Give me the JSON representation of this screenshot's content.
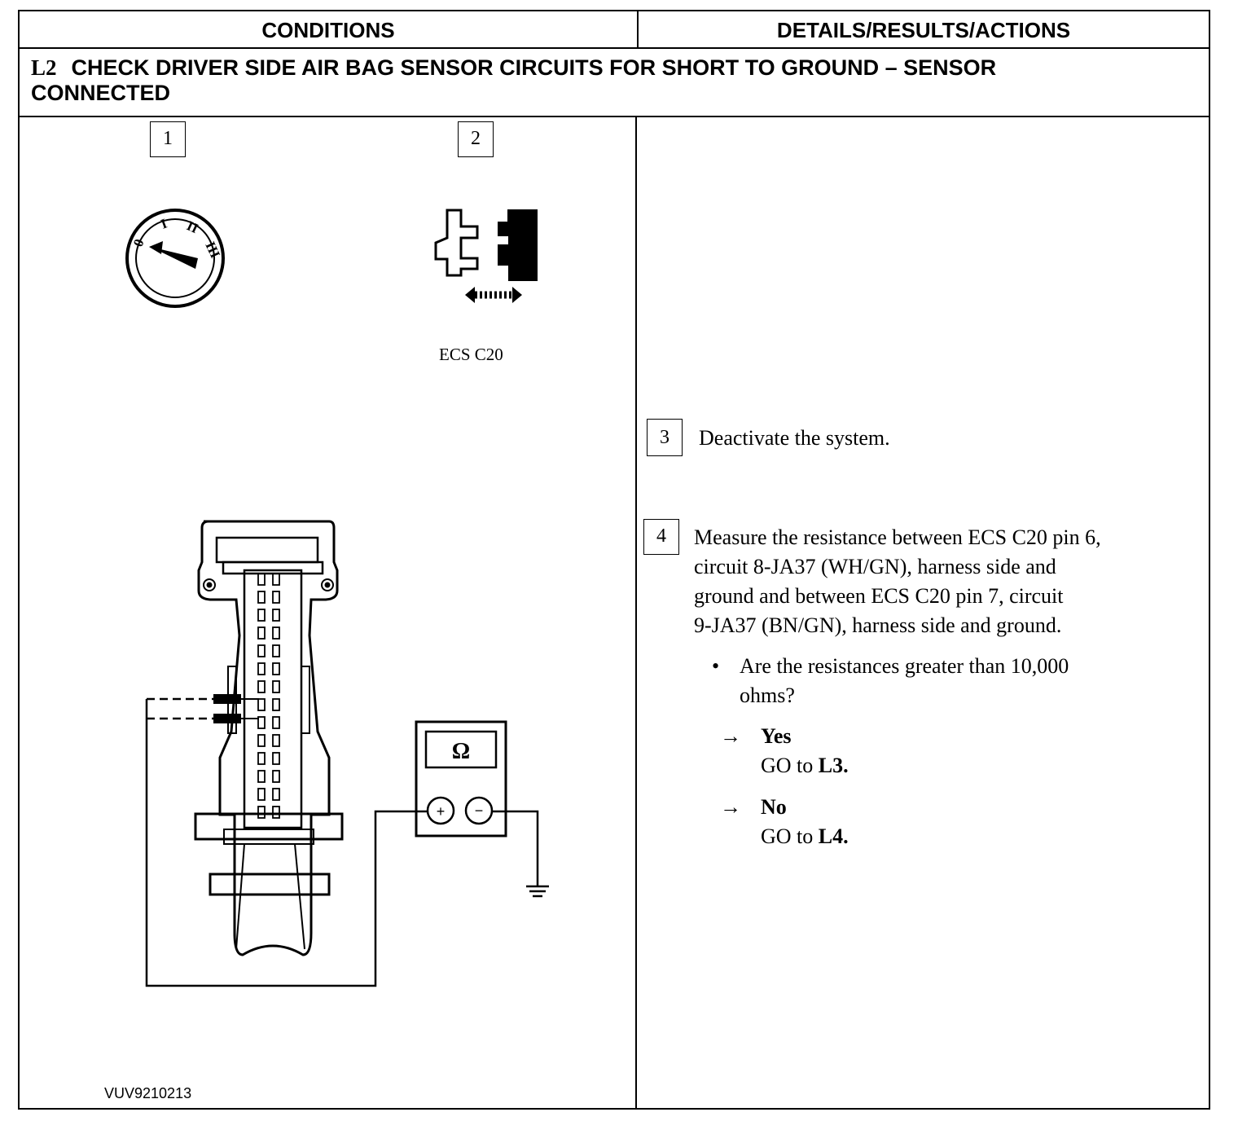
{
  "header": {
    "left_label": "CONDITIONS",
    "right_label": "DETAILS/RESULTS/ACTIONS"
  },
  "test": {
    "number": "L2",
    "title_line1": "CHECK DRIVER SIDE AIR BAG SENSOR CIRCUITS FOR SHORT TO GROUND – SENSOR",
    "title_line2": "CONNECTED"
  },
  "steps": {
    "s1": "1",
    "s2": "2",
    "s3": "3",
    "s4": "4"
  },
  "figures": {
    "connector_caption": "ECS C20",
    "ohm_symbol": "Ω",
    "plus": "+",
    "minus": "−",
    "ignition_labels": [
      "0",
      "I",
      "II",
      "III"
    ],
    "figure_id": "VUV9210213",
    "icons": [
      "ignition-switch-icon",
      "connector-disconnect-icon",
      "ohmmeter-icon",
      "ground-symbol-icon"
    ]
  },
  "details": {
    "step3_text": "Deactivate the system.",
    "step4_lines": [
      "Measure the resistance between ECS C20 pin 6,",
      "circuit 8-JA37 (WH/GN), harness side and",
      "ground and between ECS C20 pin 7, circuit",
      "9-JA37 (BN/GN), harness side and ground."
    ],
    "bullet": "•",
    "question_lines": [
      "Are the resistances greater than 10,000",
      "ohms?"
    ],
    "arrow": "→",
    "yes_label": "Yes",
    "yes_action_prefix": "GO to",
    "yes_target": "L3.",
    "no_label": "No",
    "no_action_prefix": "GO to",
    "no_target": "L4."
  }
}
